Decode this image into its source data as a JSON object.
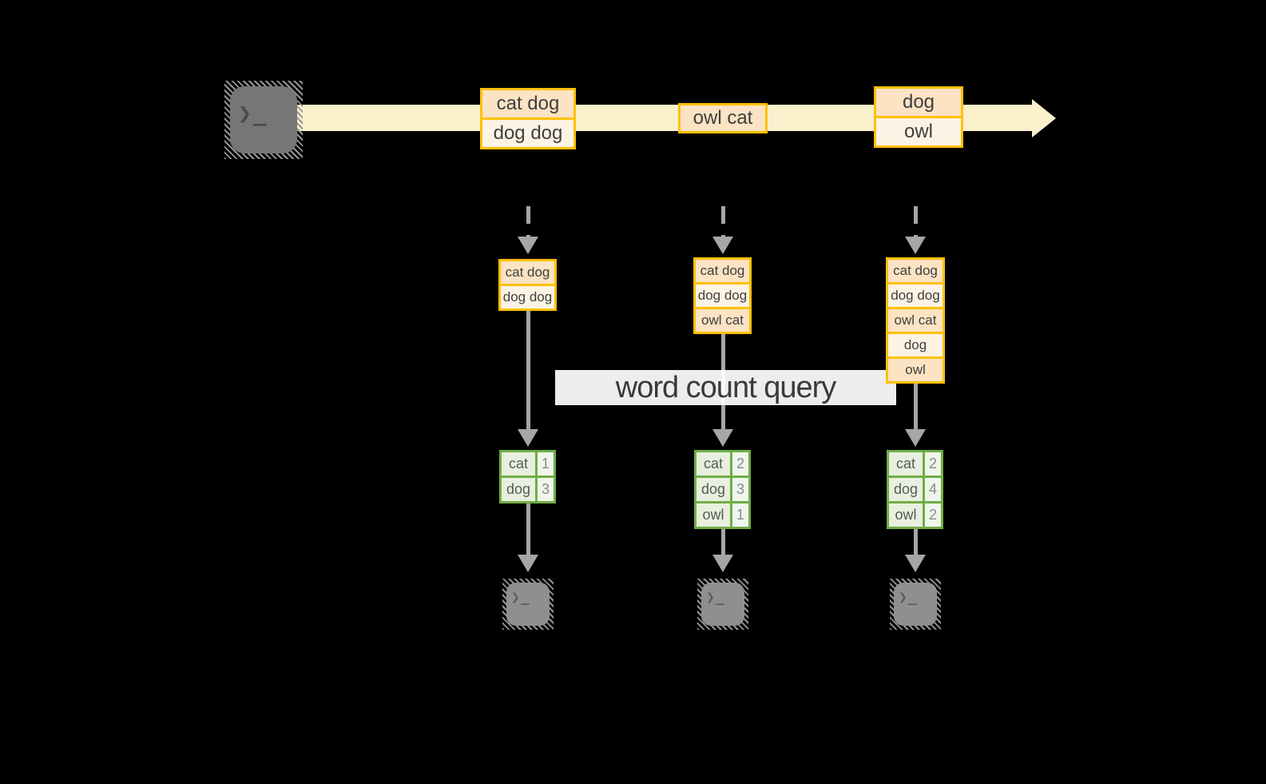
{
  "query_band": {
    "label": "word count query"
  },
  "icons": {
    "terminal_prompt": "❯_"
  },
  "stream": {
    "batches": [
      {
        "rows": [
          "cat dog",
          "dog dog"
        ]
      },
      {
        "rows": [
          "owl cat"
        ]
      },
      {
        "rows": [
          "dog",
          "owl"
        ]
      }
    ]
  },
  "columns": [
    {
      "input_rows": [
        "cat dog",
        "dog dog"
      ],
      "counts": [
        {
          "word": "cat",
          "count": "1"
        },
        {
          "word": "dog",
          "count": "3"
        }
      ]
    },
    {
      "input_rows": [
        "cat dog",
        "dog dog",
        "owl cat"
      ],
      "counts": [
        {
          "word": "cat",
          "count": "2"
        },
        {
          "word": "dog",
          "count": "3"
        },
        {
          "word": "owl",
          "count": "1"
        }
      ]
    },
    {
      "input_rows": [
        "cat dog",
        "dog dog",
        "owl cat",
        "dog",
        "owl"
      ],
      "counts": [
        {
          "word": "cat",
          "count": "2"
        },
        {
          "word": "dog",
          "count": "4"
        },
        {
          "word": "owl",
          "count": "2"
        }
      ]
    }
  ],
  "colors": {
    "background": "#000000",
    "stream_fill": "#FAF0CC",
    "record_border": "#FFC000",
    "record_fill_dark": "#FBE3C3",
    "record_fill_light": "#FDF3E4",
    "table_border": "#70AD47",
    "table_word_fill": "#E7F0DE",
    "table_count_fill": "#F0F6EB",
    "arrow_gray": "#A6A6A6",
    "text_dark": "#3F3F3F",
    "terminal_gray": "#767676"
  }
}
